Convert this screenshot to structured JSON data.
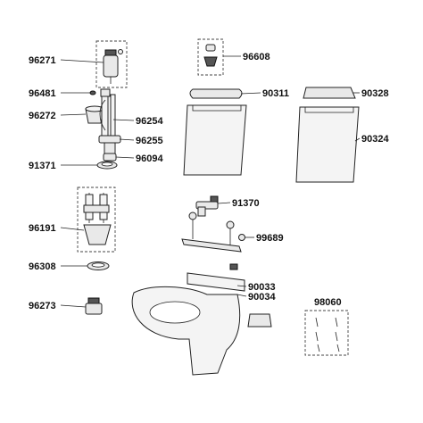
{
  "parts": [
    {
      "id": "96271"
    },
    {
      "id": "96481"
    },
    {
      "id": "96272"
    },
    {
      "id": "96254"
    },
    {
      "id": "96255"
    },
    {
      "id": "96094"
    },
    {
      "id": "91371"
    },
    {
      "id": "96191"
    },
    {
      "id": "96308"
    },
    {
      "id": "96273"
    },
    {
      "id": "96608"
    },
    {
      "id": "90311"
    },
    {
      "id": "90328"
    },
    {
      "id": "90324"
    },
    {
      "id": "91370"
    },
    {
      "id": "99689"
    },
    {
      "id": "90033"
    },
    {
      "id": "90034"
    },
    {
      "id": "98060"
    }
  ]
}
